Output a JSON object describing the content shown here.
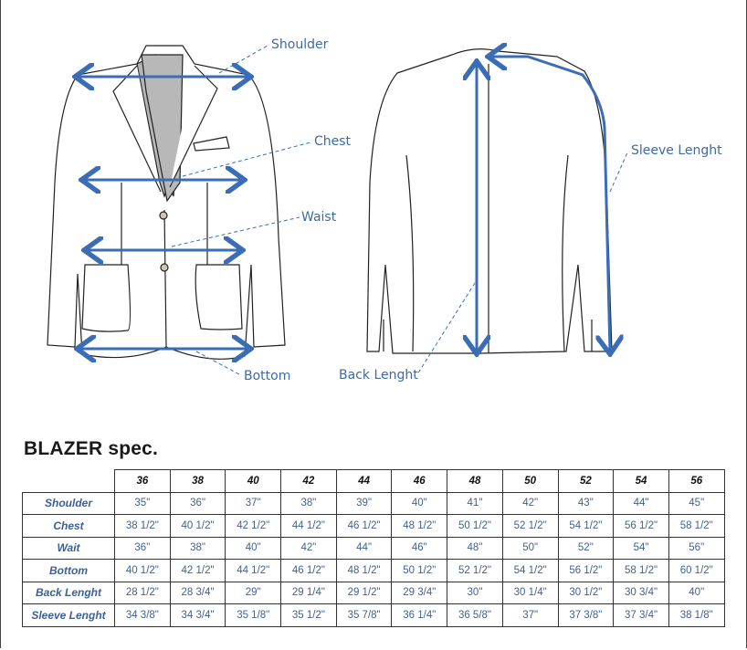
{
  "diagram": {
    "labels": {
      "shoulder": "Shoulder",
      "chest": "Chest",
      "waist": "Waist",
      "bottom": "Bottom",
      "back_length": "Back Lenght",
      "sleeve_length": "Sleeve Lenght"
    },
    "accent_color": "#3a6db5"
  },
  "spec": {
    "title": "BLAZER spec.",
    "sizes": [
      "36",
      "38",
      "40",
      "42",
      "44",
      "46",
      "48",
      "50",
      "52",
      "54",
      "56"
    ],
    "rows": [
      {
        "label": "Shoulder",
        "values": [
          "35\"",
          "36\"",
          "37\"",
          "38\"",
          "39\"",
          "40\"",
          "41\"",
          "42\"",
          "43\"",
          "44\"",
          "45\""
        ]
      },
      {
        "label": "Chest",
        "values": [
          "38 1/2\"",
          "40 1/2\"",
          "42 1/2\"",
          "44 1/2\"",
          "46 1/2\"",
          "48 1/2\"",
          "50 1/2\"",
          "52 1/2\"",
          "54 1/2\"",
          "56 1/2\"",
          "58 1/2\""
        ]
      },
      {
        "label": "Wait",
        "values": [
          "36\"",
          "38\"",
          "40\"",
          "42\"",
          "44\"",
          "46\"",
          "48\"",
          "50\"",
          "52\"",
          "54\"",
          "56\""
        ]
      },
      {
        "label": "Bottom",
        "values": [
          "40 1/2\"",
          "42 1/2\"",
          "44 1/2\"",
          "46 1/2\"",
          "48 1/2\"",
          "50 1/2\"",
          "52 1/2\"",
          "54 1/2\"",
          "56 1/2\"",
          "58 1/2\"",
          "60 1/2\""
        ]
      },
      {
        "label": "Back Lenght",
        "values": [
          "28 1/2\"",
          "28 3/4\"",
          "29\"",
          "29 1/4\"",
          "29 1/2\"",
          "29 3/4\"",
          "30\"",
          "30 1/4\"",
          "30 1/2\"",
          "30 3/4\"",
          "40\""
        ]
      },
      {
        "label": "Sleeve Lenght",
        "values": [
          "34 3/8\"",
          "34 3/4\"",
          "35 1/8\"",
          "35 1/2\"",
          "35 7/8\"",
          "36 1/4\"",
          "36 5/8\"",
          "37\"",
          "37 3/8\"",
          "37 3/4\"",
          "38 1/8\""
        ]
      }
    ]
  }
}
